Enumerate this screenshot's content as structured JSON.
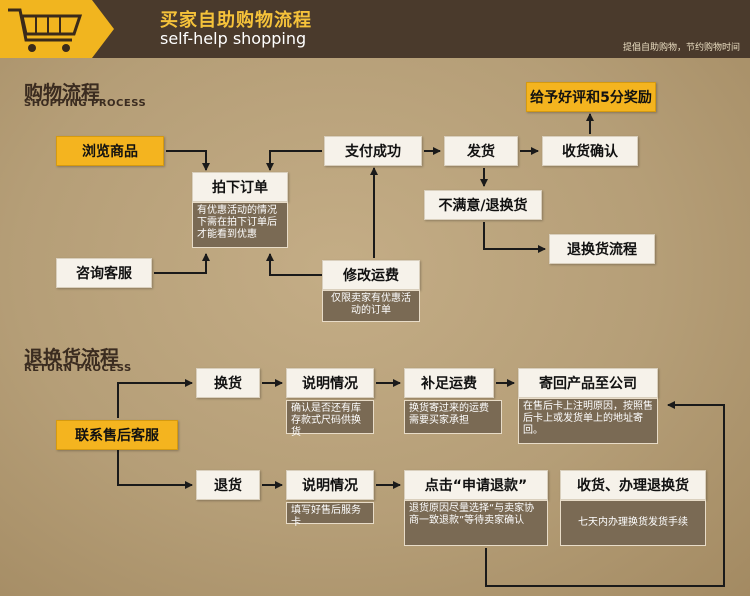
{
  "header": {
    "title_cn": "买家自助购物流程",
    "title_en": "self-help shopping",
    "slogan": "提倡自助购物，节约购物时间"
  },
  "shopping": {
    "title_cn": "购物流程",
    "title_en": "SHOPPING PROCESS",
    "browse": "浏览商品",
    "consult": "咨询客服",
    "order": "拍下订单",
    "order_note": "有优惠活动的情况下需在拍下订单后才能看到优惠",
    "paid": "支付成功",
    "modify_fee": "修改运费",
    "modify_note": "仅限卖家有优惠活动的订单",
    "ship": "发货",
    "confirm": "收货确认",
    "review": "给予好评和5分奖励",
    "unsatisfied": "不满意/退换货",
    "return_flow": "退换货流程"
  },
  "returns": {
    "title_cn": "退换货流程",
    "title_en": "RETURN PROCESS",
    "contact": "联系售后客服",
    "exchange": "换货",
    "explain1": "说明情况",
    "explain1_note": "确认是否还有库存款式尺码供换货",
    "top_up": "补足运费",
    "top_up_note": "换货寄过来的运费需要买家承担",
    "send_back": "寄回产品至公司",
    "send_back_note": "在售后卡上注明原因，按照售后卡上或发货单上的地址寄回。",
    "refund": "退货",
    "explain2": "说明情况",
    "explain2_note": "填写好售后服务卡",
    "apply": "点击“申请退款”",
    "apply_note": "退货原因尽量选择“与卖家协商一致退款”等待卖家确认",
    "receive": "收货、办理退换货",
    "receive_note": "七天内办理换货发货手续"
  }
}
